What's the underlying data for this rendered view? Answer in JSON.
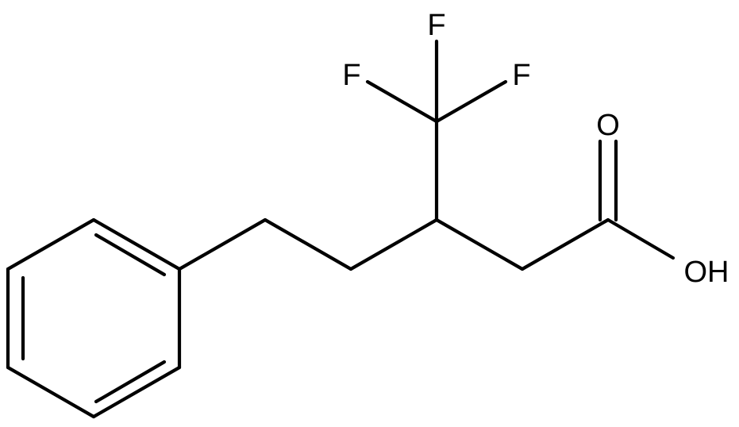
{
  "molecule": {
    "atoms": {
      "f_top": "F",
      "f_left": "F",
      "f_right": "F",
      "o_carbonyl": "O",
      "oh": "OH"
    }
  }
}
